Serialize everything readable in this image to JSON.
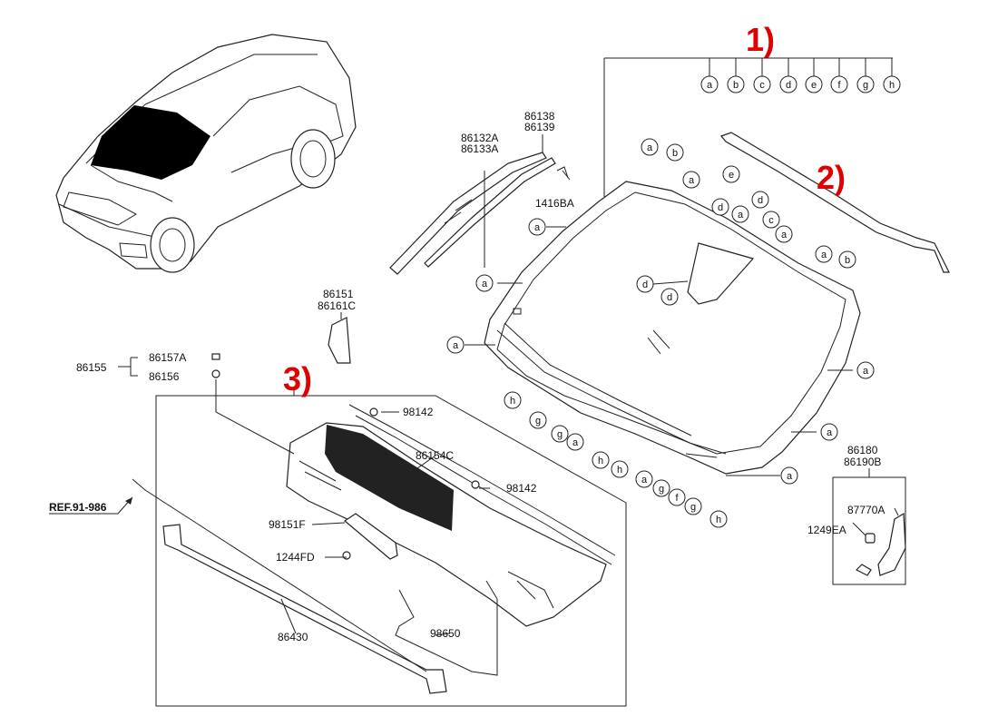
{
  "accent_red": "#e00000",
  "groups": {
    "g1": "1)",
    "g2": "2)",
    "g3": "3)"
  },
  "ref_label": "REF.91-986",
  "parts": {
    "p86132A": "86132A",
    "p86133A": "86133A",
    "p86138": "86138",
    "p86139": "86139",
    "p1416BA": "1416BA",
    "p86151": "86151",
    "p86161C": "86161C",
    "p86155": "86155",
    "p86157A": "86157A",
    "p86156": "86156",
    "p98142a": "98142",
    "p98142b": "98142",
    "p86154C": "86154C",
    "p98151F": "98151F",
    "p1244FD": "1244FD",
    "p86430": "86430",
    "p98650": "98650",
    "p86180": "86180",
    "p86190B": "86190B",
    "p87770A": "87770A",
    "p1249EA": "1249EA"
  },
  "legend_letters": [
    "a",
    "b",
    "c",
    "d",
    "e",
    "f",
    "g",
    "h"
  ],
  "callouts": [
    {
      "letter": "a"
    },
    {
      "letter": "b"
    },
    {
      "letter": "a"
    },
    {
      "letter": "e"
    },
    {
      "letter": "d"
    },
    {
      "letter": "a"
    },
    {
      "letter": "d"
    },
    {
      "letter": "c"
    },
    {
      "letter": "a"
    },
    {
      "letter": "a"
    },
    {
      "letter": "b"
    },
    {
      "letter": "a"
    },
    {
      "letter": "a"
    },
    {
      "letter": "d"
    },
    {
      "letter": "d"
    },
    {
      "letter": "a"
    },
    {
      "letter": "a"
    },
    {
      "letter": "a"
    },
    {
      "letter": "a"
    },
    {
      "letter": "h"
    },
    {
      "letter": "g"
    },
    {
      "letter": "g"
    },
    {
      "letter": "a"
    },
    {
      "letter": "h"
    },
    {
      "letter": "h"
    },
    {
      "letter": "a"
    },
    {
      "letter": "g"
    },
    {
      "letter": "f"
    },
    {
      "letter": "g"
    },
    {
      "letter": "h"
    }
  ]
}
